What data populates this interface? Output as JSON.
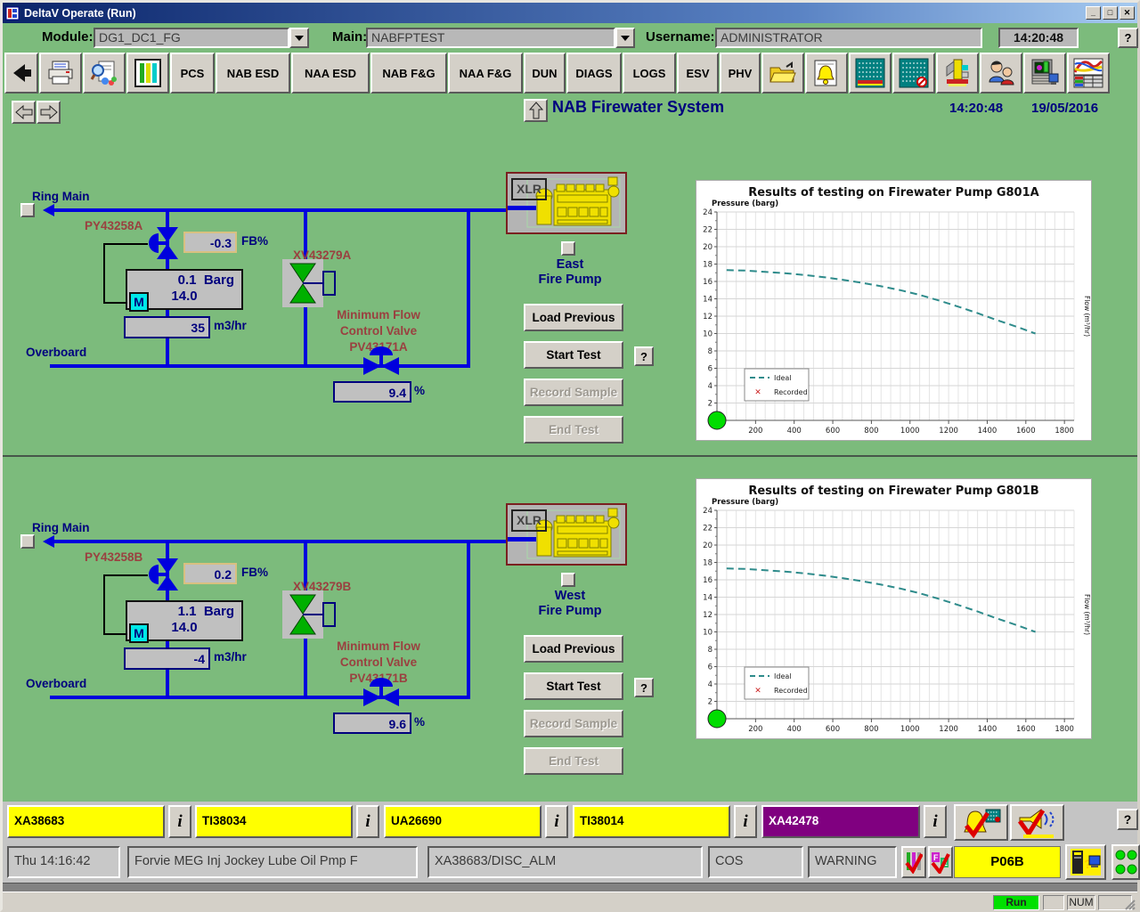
{
  "window": {
    "title": "DeltaV Operate (Run)",
    "controls": [
      "minimize",
      "maximize",
      "close"
    ]
  },
  "topbar": {
    "module_label": "Module:",
    "module_value": "DG1_DC1_FG",
    "main_label": "Main:",
    "main_value": "NABFPTEST",
    "username_label": "Username:",
    "username_value": "ADMINISTRATOR",
    "time": "14:20:48",
    "help": "?"
  },
  "toolbar": {
    "nav_buttons": [
      "PCS",
      "NAB ESD",
      "NAA ESD",
      "NAB F&G",
      "NAA F&G",
      "DUN",
      "DIAGS",
      "LOGS",
      "ESV",
      "PHV"
    ],
    "icons_left": [
      "back-arrow",
      "print",
      "print-preview",
      "bar-graph"
    ],
    "icons_right": [
      "open-picture",
      "alarm-list",
      "alarm-summary",
      "alarm-suppressed",
      "module-browser",
      "users",
      "workstation",
      "process-history"
    ]
  },
  "header": {
    "title": "NAB Firewater System",
    "time": "14:20:48",
    "date": "19/05/2016"
  },
  "sections": [
    {
      "ring_main_label": "Ring Main",
      "overboard_label": "Overboard",
      "py_tag": "PY43258A",
      "fb_value": "-0.3",
      "fb_unit": "FB%",
      "pressure_value": "0.1",
      "pressure_unit": "Barg",
      "setpoint": "14.0",
      "mode": "M",
      "flow_value": "35",
      "flow_unit": "m3/hr",
      "xv_tag": "XV43279A",
      "pv_label_1": "Minimum Flow",
      "pv_label_2": "Control Valve",
      "pv_tag": "PV43171A",
      "pv_value": "9.4",
      "pv_unit": "%",
      "pump_badge": "XLR",
      "pump_name_1": "East",
      "pump_name_2": "Fire Pump",
      "buttons": {
        "load_previous": "Load Previous",
        "start_test": "Start Test",
        "record_sample": "Record Sample",
        "end_test": "End Test",
        "help": "?"
      }
    },
    {
      "ring_main_label": "Ring Main",
      "overboard_label": "Overboard",
      "py_tag": "PY43258B",
      "fb_value": "0.2",
      "fb_unit": "FB%",
      "pressure_value": "1.1",
      "pressure_unit": "Barg",
      "setpoint": "14.0",
      "mode": "M",
      "flow_value": "-4",
      "flow_unit": "m3/hr",
      "xv_tag": "XV43279B",
      "pv_label_1": "Minimum Flow",
      "pv_label_2": "Control Valve",
      "pv_tag": "PV43171B",
      "pv_value": "9.6",
      "pv_unit": "%",
      "pump_badge": "XLR",
      "pump_name_1": "West",
      "pump_name_2": "Fire Pump",
      "buttons": {
        "load_previous": "Load Previous",
        "start_test": "Start Test",
        "record_sample": "Record Sample",
        "end_test": "End Test",
        "help": "?"
      }
    }
  ],
  "chart_data": [
    {
      "type": "line",
      "title": "Results of testing on Firewater Pump G801A",
      "ylabel": "Pressure (barg)",
      "xlabel_right": "Flow (m³/hr)",
      "xlim": [
        0,
        1850
      ],
      "ylim": [
        0,
        24
      ],
      "xticks": [
        200,
        400,
        600,
        800,
        1000,
        1200,
        1400,
        1600,
        1800
      ],
      "yticks": [
        0,
        2,
        4,
        6,
        8,
        10,
        12,
        14,
        16,
        18,
        20,
        22,
        24
      ],
      "minor_x_step": 50,
      "grid": true,
      "legend": [
        "Ideal",
        "Recorded"
      ],
      "legend_position": "lower-left",
      "series": [
        {
          "name": "Ideal",
          "style": "dashed",
          "color": "#2e8b8b",
          "x": [
            50,
            150,
            250,
            350,
            450,
            550,
            650,
            750,
            850,
            950,
            1050,
            1150,
            1250,
            1350,
            1450,
            1550,
            1650
          ],
          "y": [
            17.3,
            17.25,
            17.1,
            16.95,
            16.75,
            16.5,
            16.2,
            15.85,
            15.45,
            15.0,
            14.45,
            13.8,
            13.1,
            12.35,
            11.55,
            10.8,
            10.0
          ]
        },
        {
          "name": "Recorded",
          "style": "x-marker",
          "color": "#cc2222",
          "x": [],
          "y": []
        }
      ],
      "origin_marker": {
        "x": 0,
        "y": 0,
        "color": "#00dd00"
      }
    },
    {
      "type": "line",
      "title": "Results of testing on Firewater Pump G801B",
      "ylabel": "Pressure (barg)",
      "xlabel_right": "Flow (m³/hr)",
      "xlim": [
        0,
        1850
      ],
      "ylim": [
        0,
        24
      ],
      "xticks": [
        200,
        400,
        600,
        800,
        1000,
        1200,
        1400,
        1600,
        1800
      ],
      "yticks": [
        0,
        2,
        4,
        6,
        8,
        10,
        12,
        14,
        16,
        18,
        20,
        22,
        24
      ],
      "minor_x_step": 50,
      "grid": true,
      "legend": [
        "Ideal",
        "Recorded"
      ],
      "legend_position": "lower-left",
      "series": [
        {
          "name": "Ideal",
          "style": "dashed",
          "color": "#2e8b8b",
          "x": [
            50,
            150,
            250,
            350,
            450,
            550,
            650,
            750,
            850,
            950,
            1050,
            1150,
            1250,
            1350,
            1450,
            1550,
            1650
          ],
          "y": [
            17.3,
            17.25,
            17.1,
            16.95,
            16.75,
            16.5,
            16.2,
            15.85,
            15.45,
            15.0,
            14.45,
            13.8,
            13.1,
            12.35,
            11.55,
            10.8,
            10.0
          ]
        },
        {
          "name": "Recorded",
          "style": "x-marker",
          "color": "#cc2222",
          "x": [],
          "y": []
        }
      ],
      "origin_marker": {
        "x": 0,
        "y": 0,
        "color": "#00dd00"
      }
    }
  ],
  "alarm_bar": {
    "info_label": "i",
    "help": "?",
    "icons": [
      "acknowledge-alarms",
      "silence-horn"
    ],
    "alarms": [
      {
        "label": "XA38683",
        "bg": "#ffff00",
        "fg": "#000000"
      },
      {
        "label": "TI38034",
        "bg": "#ffff00",
        "fg": "#000000"
      },
      {
        "label": "UA26690",
        "bg": "#ffff00",
        "fg": "#000000"
      },
      {
        "label": "TI38014",
        "bg": "#ffff00",
        "fg": "#000000"
      },
      {
        "label": "XA42478",
        "bg": "#800080",
        "fg": "#ffffff"
      }
    ]
  },
  "status_bar": {
    "datetime": "Thu 14:16:42",
    "message": "Forvie MEG Inj Jockey Lube Oil Pmp F",
    "alarm_path": "XA38683/DISC_ALM",
    "field_cos": "COS",
    "field_warning": "WARNING",
    "console": "P06B",
    "icons": [
      "trend-ack",
      "event-ack",
      "station-help",
      "status-lights"
    ]
  },
  "taskbar": {
    "run": "Run",
    "num": "NUM"
  },
  "colors": {
    "background": "#7cbb7c",
    "pipe": "#0000dd",
    "tag_text": "#9a4040",
    "diagram_text": "#00007e",
    "value_bg": "#c0c0c0",
    "chart_ideal": "#2e8b8b",
    "chart_recorded": "#cc2222",
    "origin_marker": "#00dd00",
    "alarm_yellow": "#ffff00",
    "alarm_purple": "#800080",
    "console_yellow": "#ffff00",
    "run_green": "#00e000"
  }
}
